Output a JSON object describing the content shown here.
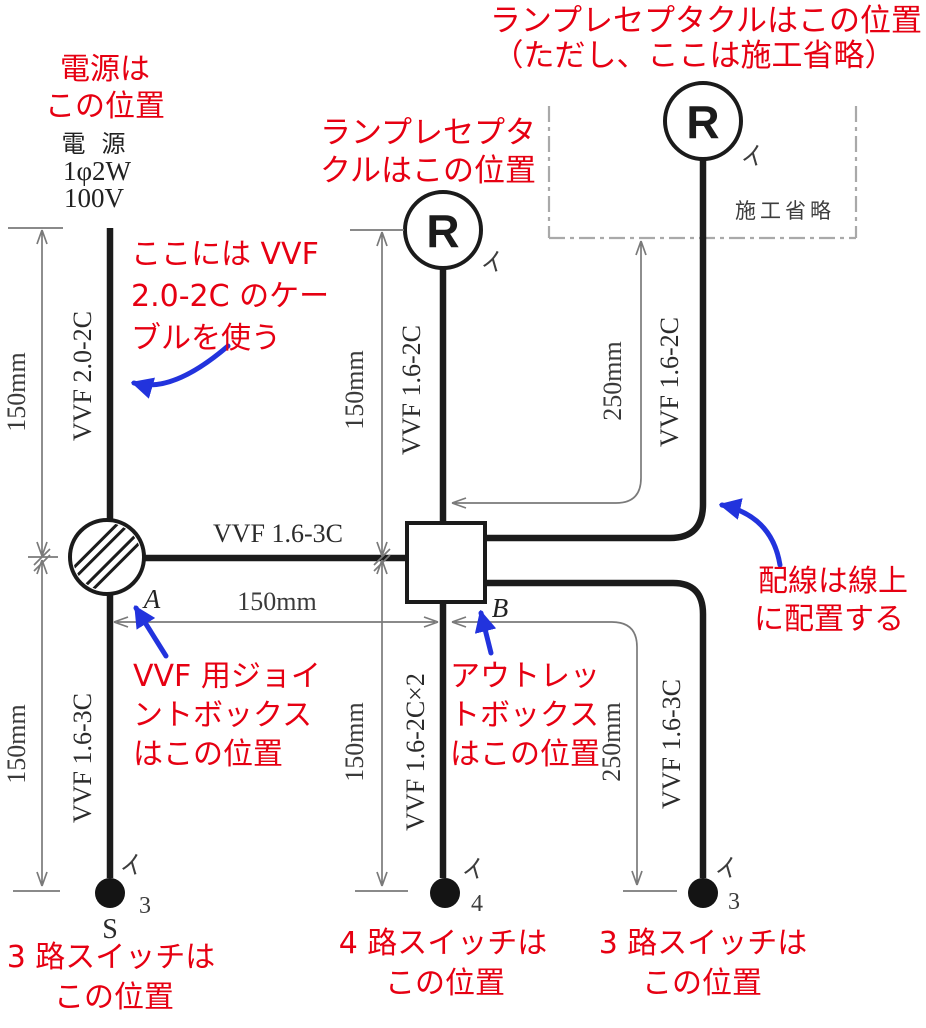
{
  "colors": {
    "annotation_red": "#e60012",
    "arrow_blue": "#2233dd",
    "diagram_black": "#1b1b1b",
    "dimension_gray": "#7a7a7a",
    "dashed_gray": "#a9a9a9"
  },
  "source_label": {
    "line1": "電 源",
    "line2": "1φ2W",
    "line3": "100V"
  },
  "cable_labels": {
    "power": "VVF 2.0-2C",
    "a_to_switch3_left": "VVF 1.6-3C",
    "a_to_b": "VVF 1.6-3C",
    "b_to_lamp_center": "VVF 1.6-2C",
    "b_to_switch4": "VVF 1.6-2C×2",
    "b_to_lamp_right": "VVF 1.6-2C",
    "b_to_switch3_right": "VVF 1.6-3C"
  },
  "dimensions": {
    "left_top": "150mm",
    "left_bottom": "150mm",
    "center_top": "150mm",
    "center_bottom": "150mm",
    "a_to_b": "150mm",
    "right_top": "250mm",
    "right_bottom": "250mm"
  },
  "symbols": {
    "lamp_letter": "R",
    "joint_box_label": "A",
    "outlet_box_label": "B",
    "switch_s": "S",
    "circuit_mark": "イ",
    "switch3_number": "3",
    "switch4_number": "4",
    "omission_note": "施工省略"
  },
  "annotations": {
    "power_position": {
      "line1": "電源は",
      "line2": "この位置"
    },
    "lamp_top": {
      "line1": "ランプレセプタクルはこの位置",
      "line2": "（ただし、ここは施工省略）"
    },
    "lamp_center": {
      "line1": "ランプレセプタ",
      "line2": "クルはこの位置"
    },
    "cable_note": {
      "line1": "ここには VVF",
      "line2": "2.0-2C のケー",
      "line3": "ブルを使う"
    },
    "joint_box_note": {
      "line1": "VVF 用ジョイ",
      "line2": "ントボックス",
      "line3": "はこの位置"
    },
    "outlet_box_note": {
      "line1": "アウトレッ",
      "line2": "トボックス",
      "line3": "はこの位置"
    },
    "wiring_note": {
      "line1": "配線は線上",
      "line2": "に配置する"
    },
    "switch3_left_note": {
      "line1": "3 路スイッチは",
      "line2": "この位置"
    },
    "switch4_note": {
      "line1": "4 路スイッチは",
      "line2": "この位置"
    },
    "switch3_right_note": {
      "line1": "3 路スイッチは",
      "line2": "この位置"
    }
  }
}
